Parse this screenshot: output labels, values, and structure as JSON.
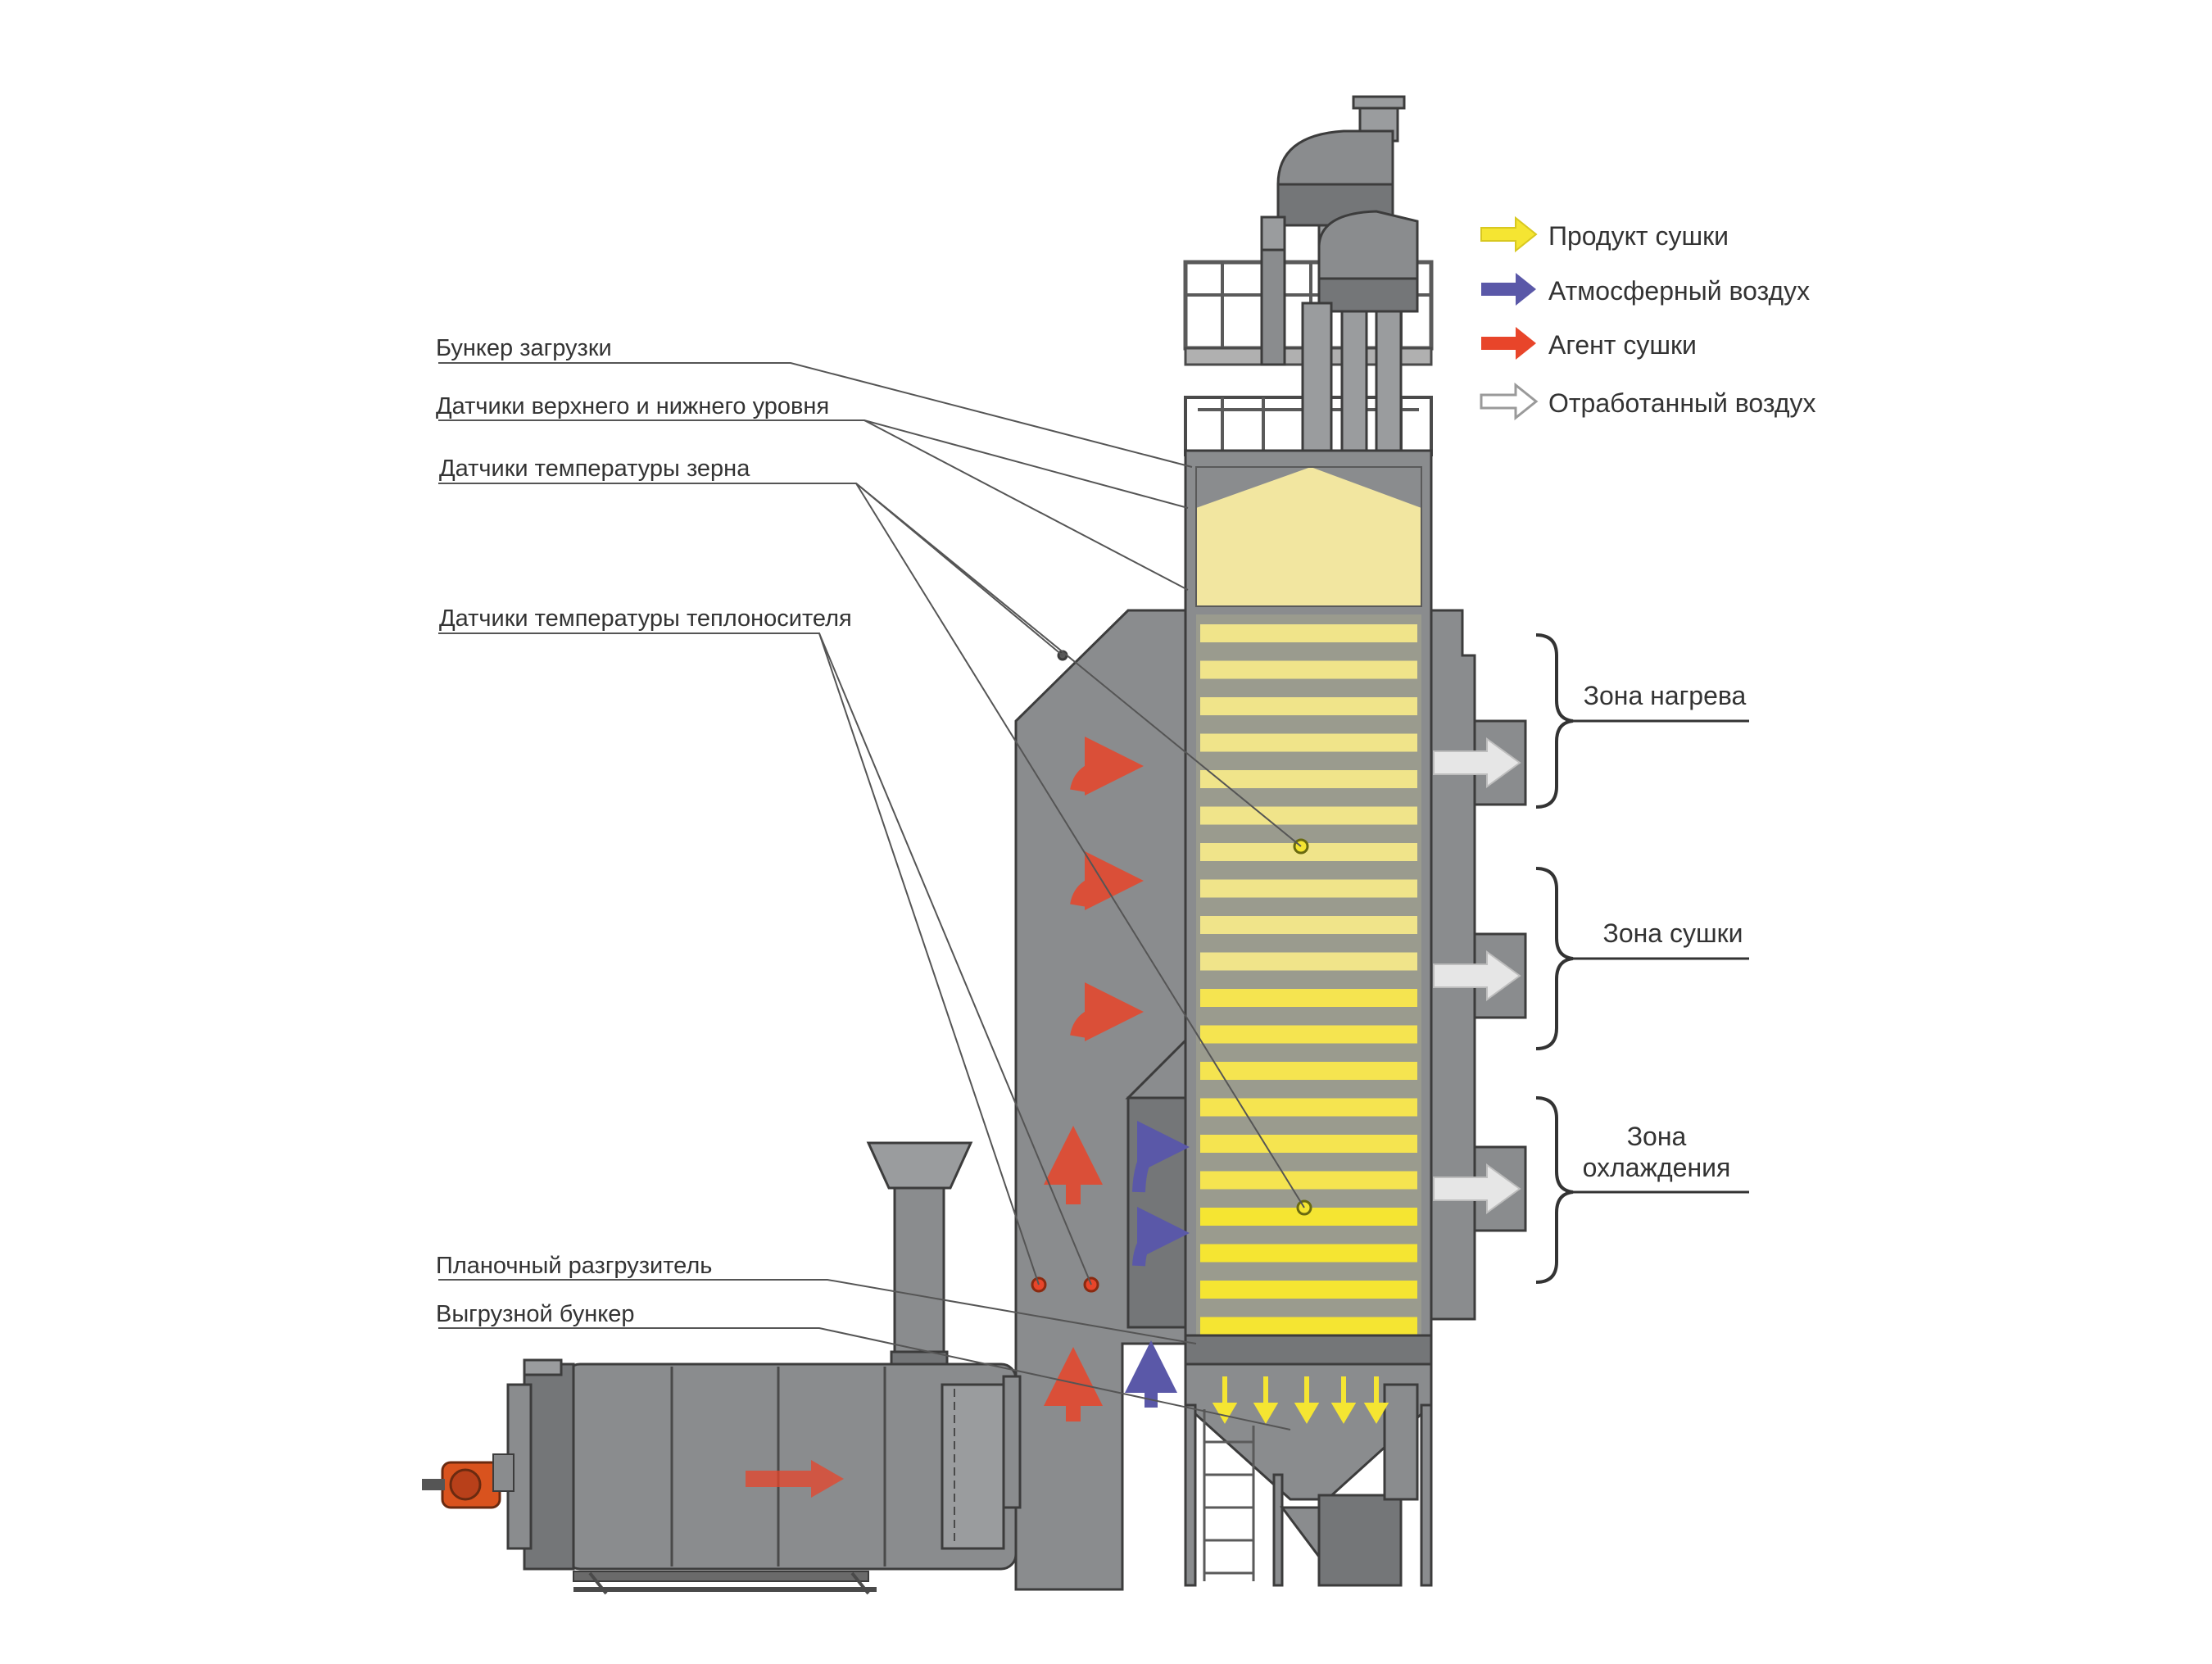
{
  "labels": {
    "loading_bunker": "Бункер загрузки",
    "level_sensors": "Датчики верхнего и нижнего уровня",
    "grain_temp_sensors": "Датчики температуры зерна",
    "coolant_temp_sensors": "Датчики температуры теплоносителя",
    "plank_unloader": "Планочный разгрузитель",
    "discharge_bunker": "Выгрузной бункер"
  },
  "zones": {
    "heating": "Зона нагрева",
    "drying": "Зона сушки",
    "cooling_line1": "Зона",
    "cooling_line2": "охлаждения"
  },
  "legend": [
    {
      "label": "Продукт сушки",
      "color": "#f5e532"
    },
    {
      "label": "Атмосферный воздух",
      "color": "#5a58a8"
    },
    {
      "label": "Агент сушки",
      "color": "#e8452a"
    },
    {
      "label": "Отработанный воздух",
      "color": "#e6e6e6"
    }
  ],
  "colors": {
    "steel": "#8a8c8e",
    "grain_fill": "#f2e6a0",
    "grain_stripe": "#f5e532",
    "hot_air": "#e8452a",
    "cold_air": "#5a58a8",
    "exhaust_air": "#e6e6e6",
    "burner": "#d9531e"
  }
}
